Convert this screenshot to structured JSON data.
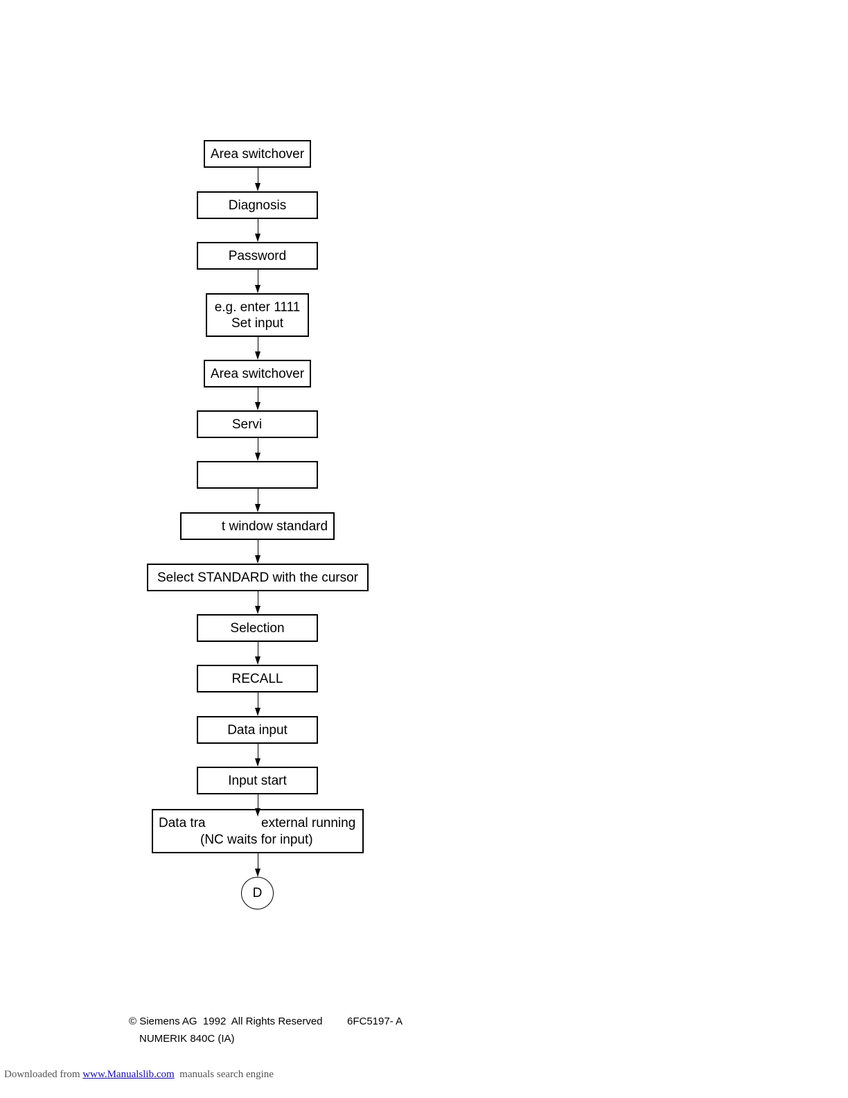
{
  "flowchart": {
    "steps": [
      {
        "lines": [
          "Area switchover"
        ]
      },
      {
        "lines": [
          "Diagnosis"
        ]
      },
      {
        "lines": [
          "Password"
        ]
      },
      {
        "lines": [
          "e.g. enter 1111",
          "Set input"
        ]
      },
      {
        "lines": [
          "Area switchover"
        ]
      },
      {
        "lines": [
          "Servi"
        ]
      },
      {
        "lines": [
          ""
        ]
      },
      {
        "lines": [
          "t window standard"
        ]
      },
      {
        "lines": [
          "Select STANDARD with the cursor"
        ]
      },
      {
        "lines": [
          "Selection"
        ]
      },
      {
        "lines": [
          "RECALL"
        ]
      },
      {
        "lines": [
          "Data input"
        ]
      },
      {
        "lines": [
          "Input start"
        ]
      },
      {
        "lines": [
          "Data tra",
          "external running",
          "(NC waits for input)"
        ]
      }
    ],
    "connector_label": "D"
  },
  "footer": {
    "copyright": "© Siemens AG  1992  All Rights Reserved",
    "doc_number": "6FC5197- A",
    "product": "NUMERIK 840C (IA)"
  },
  "download_bar": {
    "prefix": "Downloaded from ",
    "link": "www.Manualslib.com",
    "suffix": "  manuals search engine"
  }
}
